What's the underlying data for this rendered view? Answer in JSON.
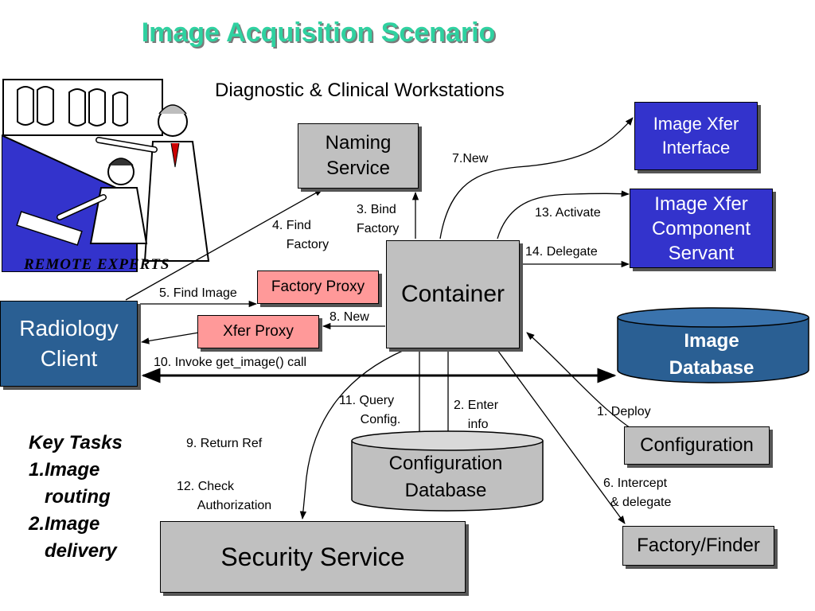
{
  "title": "Image Acquisition Scenario",
  "subtitle": "Diagnostic & Clinical Workstations",
  "clipart_caption": "REMOTE EXPERTS",
  "nodes": {
    "naming_service": "Naming\nService",
    "container": "Container",
    "factory_proxy": "Factory Proxy",
    "xfer_proxy": "Xfer Proxy",
    "radiology_client": "Radiology\nClient",
    "image_xfer_interface": "Image Xfer\nInterface",
    "image_xfer_servant": "Image Xfer\nComponent\nServant",
    "image_database": "Image\nDatabase",
    "configuration": "Configuration",
    "configuration_database": "Configuration\nDatabase",
    "factory_finder": "Factory/Finder",
    "security_service": "Security Service"
  },
  "steps": {
    "s1": "1. Deploy",
    "s2": "2. Enter\n    info",
    "s3": "3. Bind\nFactory",
    "s4": "4. Find\n    Factory",
    "s5": "5. Find Image",
    "s6": "6. Intercept\n  & delegate",
    "s7": "7.New",
    "s8": "8. New",
    "s9": "9. Return Ref",
    "s10": "10. Invoke get_image() call",
    "s11": "11. Query\n      Config.",
    "s12": "12. Check\n      Authorization",
    "s13": "13. Activate",
    "s14": "14. Delegate"
  },
  "key_tasks": "Key Tasks\n1.Image\n   routing\n2.Image\n   delivery",
  "colors": {
    "title": "#2fd1a0",
    "gray_box": "#c0c0c0",
    "blue_box": "#3333cc",
    "db_blue": "#2a5f93",
    "proxy_pink": "#ff9999"
  }
}
